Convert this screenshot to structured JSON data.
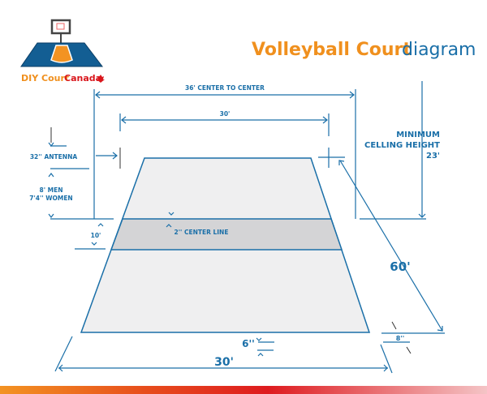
{
  "logo": {
    "brand_part1": "DIY Court",
    "brand_part2": "Canada"
  },
  "title": {
    "part1": "Volleyball Court",
    "part2": "diagram"
  },
  "labels": {
    "center_to_center": "36' CENTER TO CENTER",
    "net_width": "30'",
    "antenna": "32'' ANTENNA",
    "net_height_men": "8' MEN",
    "net_height_women": "7'4'' WOMEN",
    "attack_line": "10'",
    "center_line": "2'' CENTER LINE",
    "ceiling_1": "MINIMUM",
    "ceiling_2": "CELLING HEIGHT",
    "ceiling_3": "23'",
    "length": "60'",
    "line_8": "8''",
    "line_6": "6''",
    "court_width": "30'"
  },
  "colors": {
    "blue": "#1a6fa8",
    "orange": "#f0901e",
    "red": "#d9161c",
    "court": "#efeff0",
    "center": "#d4d4d6"
  }
}
